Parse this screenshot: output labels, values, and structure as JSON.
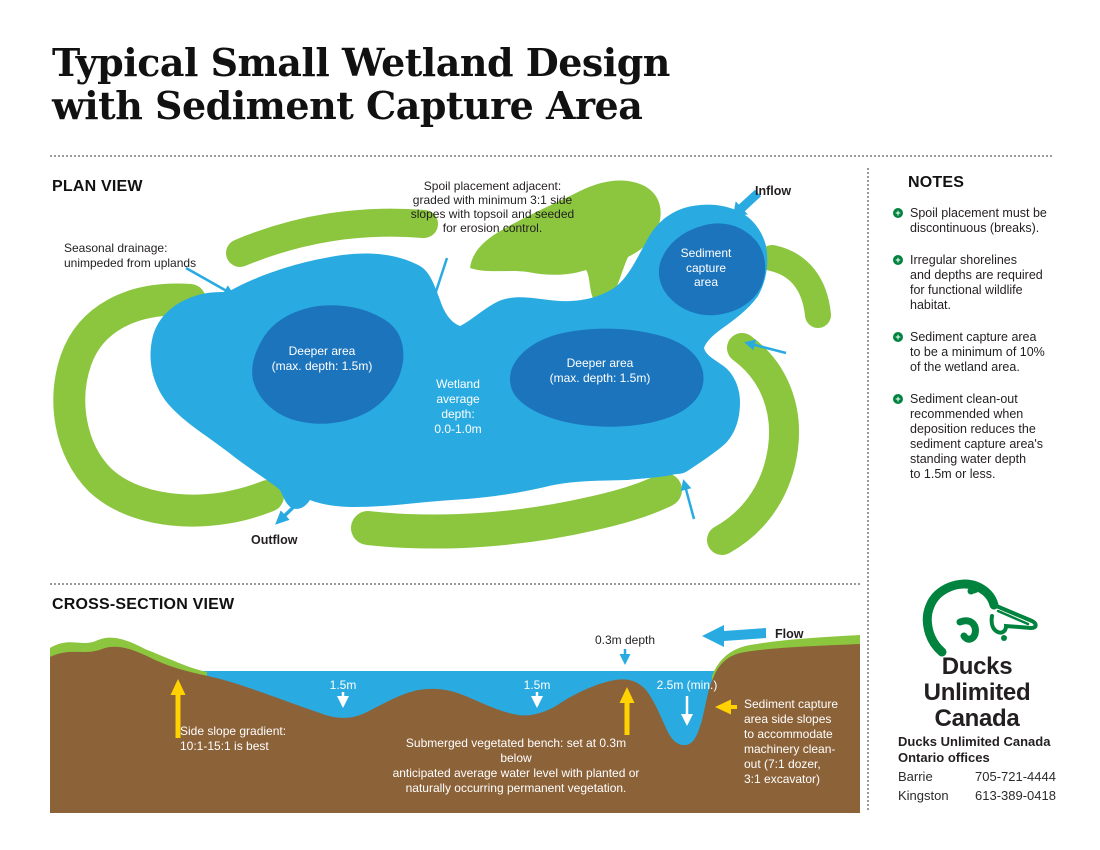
{
  "page": {
    "title": "Typical Small Wetland Design\nwith Sediment Capture Area"
  },
  "plan_view": {
    "heading": "PLAN VIEW",
    "annotations": {
      "seasonal_drainage": "Seasonal drainage:\nunimpeded from uplands",
      "spoil_placement": "Spoil placement adjacent:\ngraded with minimum 3:1 side\nslopes with topsoil and seeded\nfor erosion control.",
      "inflow": "Inflow",
      "outflow": "Outflow",
      "sediment_capture_area": "Sediment\ncapture\narea",
      "deeper_area_left": "Deeper area\n(max. depth: 1.5m)",
      "deeper_area_right": "Deeper area\n(max. depth: 1.5m)",
      "wetland_average_depth": "Wetland\naverage\ndepth:\n0.0-1.0m"
    }
  },
  "cross_section": {
    "heading": "CROSS-SECTION VIEW",
    "annotations": {
      "depth_0_3": "0.3m depth",
      "flow": "Flow",
      "depth_1_5_left": "1.5m",
      "depth_1_5_mid": "1.5m",
      "depth_2_5": "2.5m (min.)",
      "side_slope": "Side slope gradient:\n10:1-15:1 is best",
      "submerged_bench": "Submerged vegetated bench: set at 0.3m below\nanticipated average water level with planted or\nnaturally occurring permanent vegetation.",
      "sediment_capture_slopes": "Sediment capture\narea side slopes\nto accommodate\nmachinery clean-\nout (7:1 dozer,\n3:1 excavator)"
    }
  },
  "notes": {
    "heading": "NOTES",
    "items": [
      {
        "text": "Spoil placement must be\ndiscontinuous (breaks)."
      },
      {
        "text": "Irregular shorelines\nand depths are required\nfor functional wildlife\nhabitat."
      },
      {
        "text": "Sediment capture area\nto be a minimum of 10%\nof the wetland area."
      },
      {
        "text": "Sediment clean-out\nrecommended when\ndeposition reduces the\nsediment capture area's\nstanding water depth\nto 1.5m or less."
      }
    ]
  },
  "branding": {
    "wordmark": "Ducks Unlimited\nCanada",
    "offices_heading": "Ducks Unlimited Canada\nOntario offices",
    "offices": [
      {
        "city": "Barrie",
        "phone": "705-721-4444"
      },
      {
        "city": "Kingston",
        "phone": "613-389-0418"
      }
    ]
  },
  "colors": {
    "water": "#29ABE2",
    "deep_water": "#1C75BC",
    "vegetation": "#8CC63F",
    "soil": "#8C6239",
    "highlight_arrow": "#FFD200",
    "brand_green": "#00833E"
  }
}
